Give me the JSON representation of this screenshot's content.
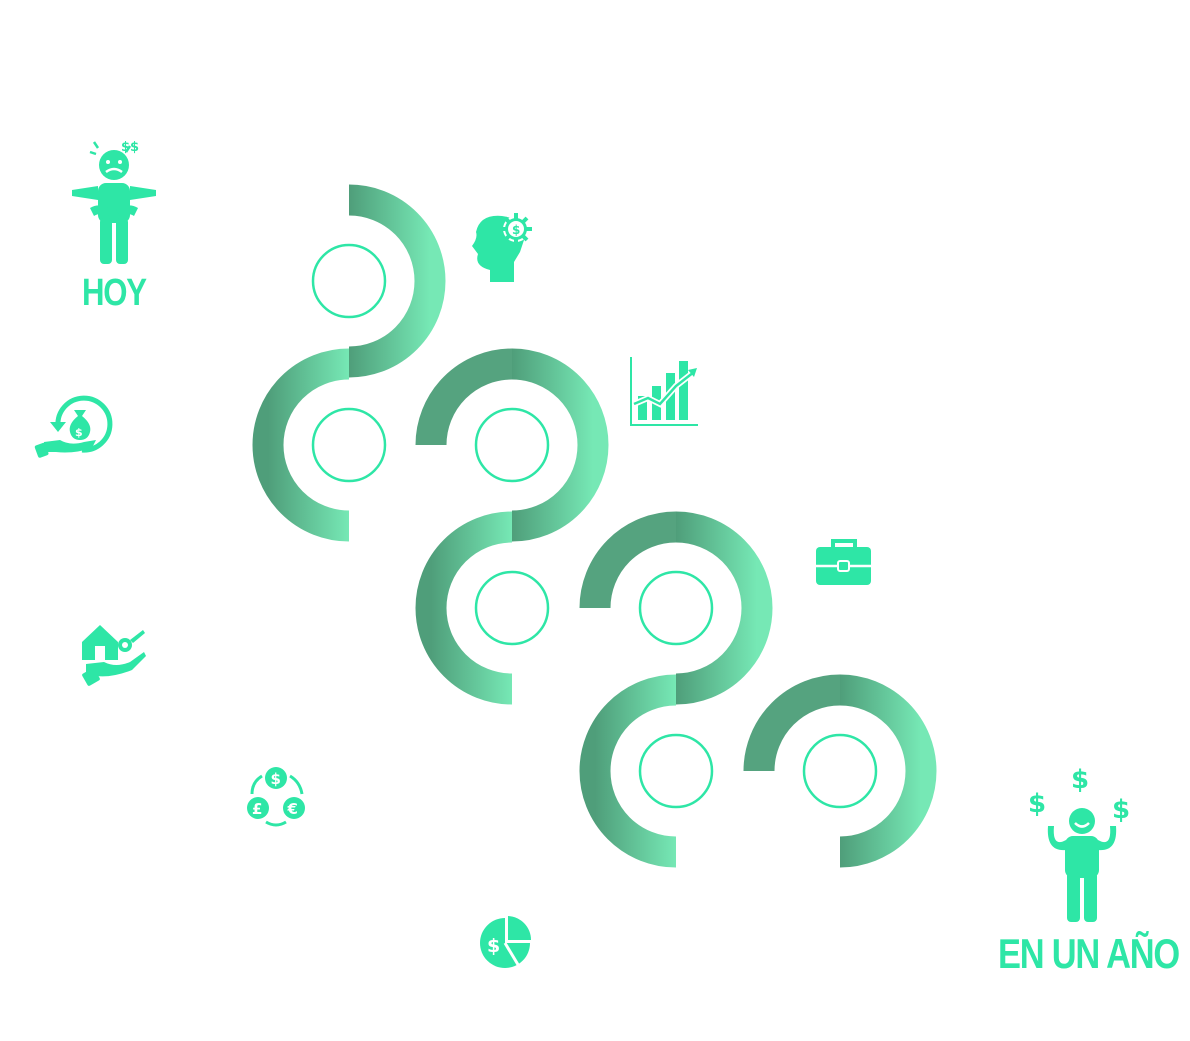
{
  "start_label": "HOY",
  "end_label": "EN UN AÑO",
  "colors": {
    "accent": "#2ee6a6",
    "path_dark": "#4f9e7a",
    "path_light": "#74e6b3",
    "ring_stroke": "#2ee6a6"
  },
  "icons": [
    "worried-person-icon",
    "happy-person-icon",
    "brain-dollar-gear-icon",
    "growth-chart-icon",
    "briefcase-icon",
    "money-bag-hand-icon",
    "house-key-hand-icon",
    "currency-exchange-icon",
    "pie-chart-dollar-icon"
  ],
  "steps": [
    {
      "id": 1
    },
    {
      "id": 2
    },
    {
      "id": 3
    },
    {
      "id": 4
    },
    {
      "id": 5
    },
    {
      "id": 6
    },
    {
      "id": 7
    },
    {
      "id": 8
    },
    {
      "id": 9
    }
  ]
}
